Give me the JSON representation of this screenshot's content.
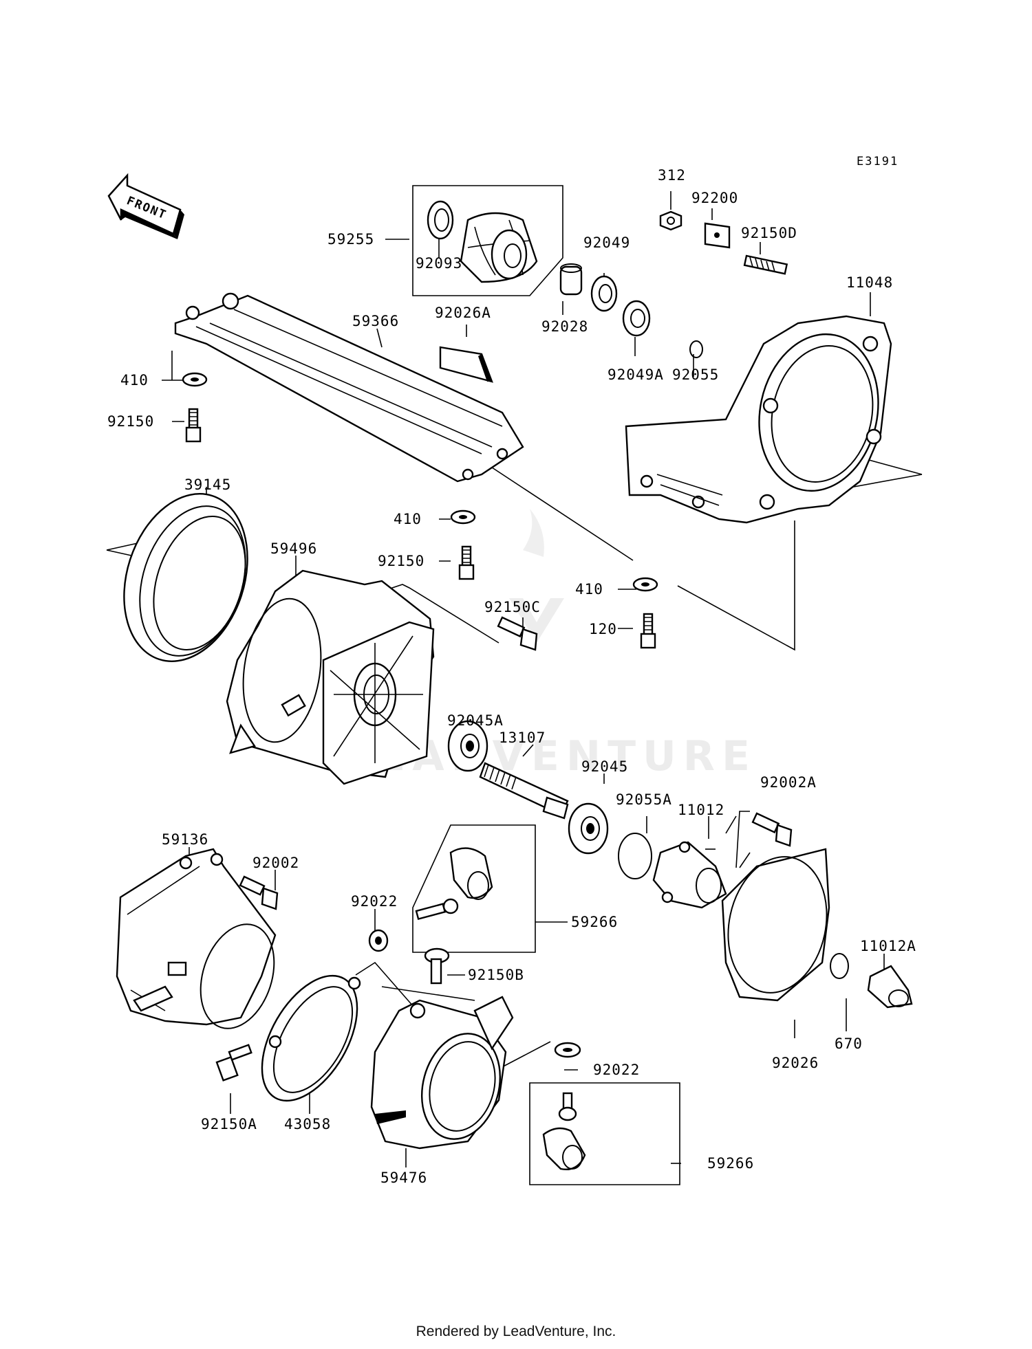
{
  "diagram_code": "E3191",
  "front_arrow_label": "FRONT",
  "footer": "Rendered by LeadVenture, Inc.",
  "watermark": "LEADVENTURE",
  "labels": [
    {
      "id": "312",
      "text": "312"
    },
    {
      "id": "92200",
      "text": "92200"
    },
    {
      "id": "92150D",
      "text": "92150D"
    },
    {
      "id": "11048",
      "text": "11048"
    },
    {
      "id": "59255",
      "text": "59255"
    },
    {
      "id": "92093",
      "text": "92093"
    },
    {
      "id": "92049",
      "text": "92049"
    },
    {
      "id": "92028",
      "text": "92028"
    },
    {
      "id": "92049A",
      "text": "92049A"
    },
    {
      "id": "92055",
      "text": "92055"
    },
    {
      "id": "92026A",
      "text": "92026A"
    },
    {
      "id": "59366",
      "text": "59366"
    },
    {
      "id": "410-a",
      "text": "410"
    },
    {
      "id": "92150-a",
      "text": "92150"
    },
    {
      "id": "39145",
      "text": "39145"
    },
    {
      "id": "410-b",
      "text": "410"
    },
    {
      "id": "92150-b",
      "text": "92150"
    },
    {
      "id": "59496",
      "text": "59496"
    },
    {
      "id": "410-c",
      "text": "410"
    },
    {
      "id": "120",
      "text": "120"
    },
    {
      "id": "92150C",
      "text": "92150C"
    },
    {
      "id": "92045A",
      "text": "92045A"
    },
    {
      "id": "13107",
      "text": "13107"
    },
    {
      "id": "92045",
      "text": "92045"
    },
    {
      "id": "92002A",
      "text": "92002A"
    },
    {
      "id": "92055A",
      "text": "92055A"
    },
    {
      "id": "11012",
      "text": "11012"
    },
    {
      "id": "59136",
      "text": "59136"
    },
    {
      "id": "92002",
      "text": "92002"
    },
    {
      "id": "92022-a",
      "text": "92022"
    },
    {
      "id": "59266-a",
      "text": "59266"
    },
    {
      "id": "92150B",
      "text": "92150B"
    },
    {
      "id": "11012A",
      "text": "11012A"
    },
    {
      "id": "92022-b",
      "text": "92022"
    },
    {
      "id": "92026",
      "text": "92026"
    },
    {
      "id": "670",
      "text": "670"
    },
    {
      "id": "92150A",
      "text": "92150A"
    },
    {
      "id": "43058",
      "text": "43058"
    },
    {
      "id": "59476",
      "text": "59476"
    },
    {
      "id": "59266-b",
      "text": "59266"
    }
  ]
}
